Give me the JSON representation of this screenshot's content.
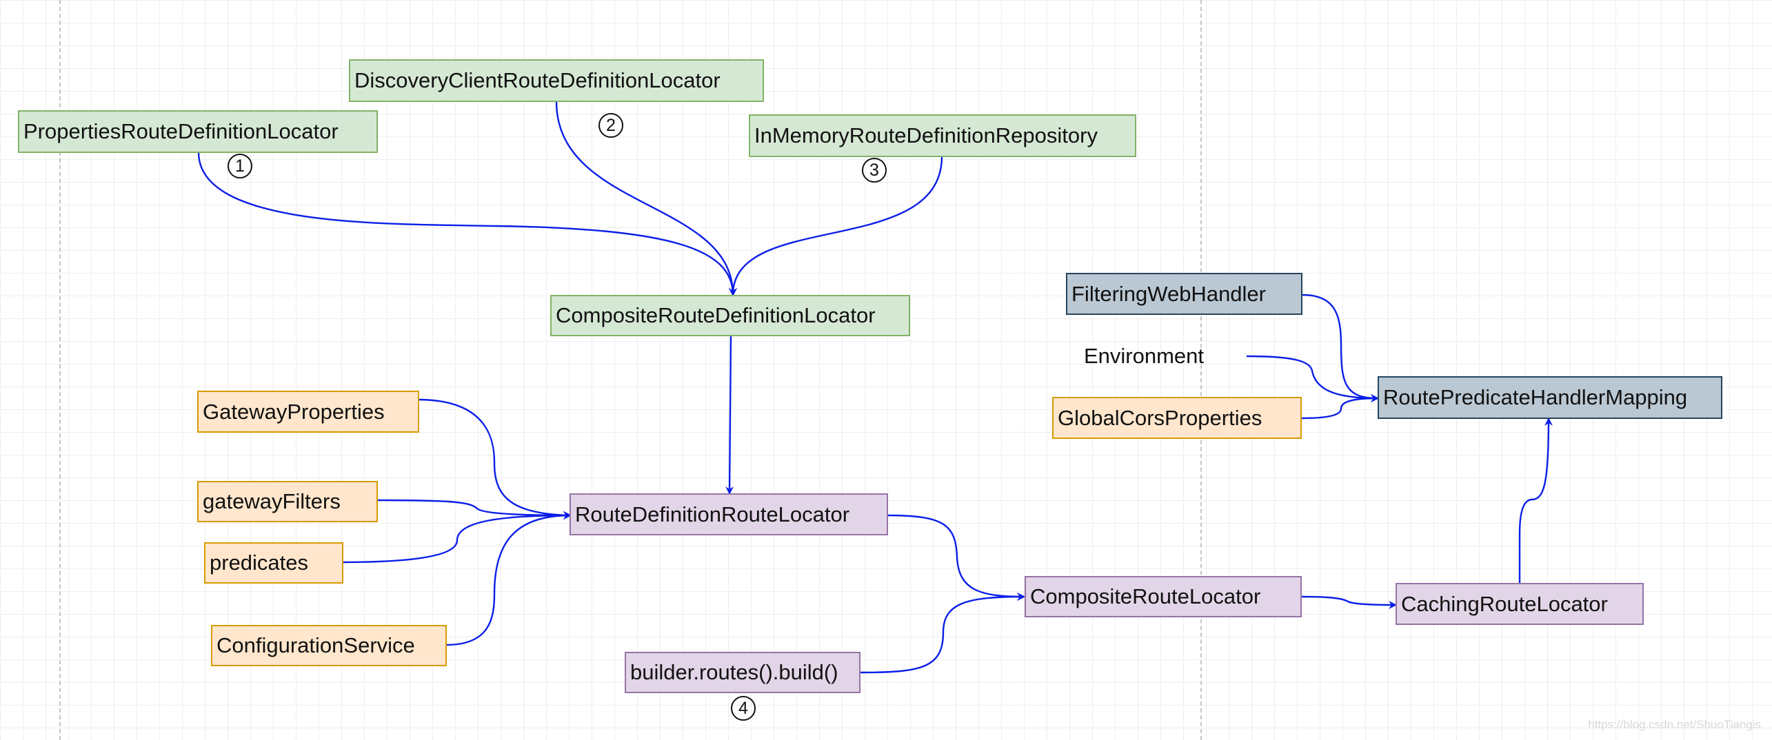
{
  "diagram": {
    "nodes": {
      "properties_locator": "PropertiesRouteDefinitionLocator",
      "discovery_locator": "DiscoveryClientRouteDefinitionLocator",
      "inmemory_repository": "InMemoryRouteDefinitionRepository",
      "composite_definition_locator": "CompositeRouteDefinitionLocator",
      "gateway_properties": "GatewayProperties",
      "gateway_filters": "gatewayFilters",
      "predicates": "predicates",
      "configuration_service": "ConfigurationService",
      "route_definition_route_locator": "RouteDefinitionRouteLocator",
      "builder_routes": "builder.routes().build()",
      "composite_route_locator": "CompositeRouteLocator",
      "caching_route_locator": "CachingRouteLocator",
      "filtering_web_handler": "FilteringWebHandler",
      "environment": "Environment",
      "global_cors_properties": "GlobalCorsProperties",
      "route_predicate_handler_mapping": "RoutePredicateHandlerMapping"
    },
    "step_markers": {
      "one": "1",
      "two": "2",
      "three": "3",
      "four": "4"
    },
    "colors": {
      "edge": "#0a1ee8",
      "green_fill": "#d5e8d4",
      "orange_fill": "#ffe6cc",
      "purple_fill": "#e1d5e7",
      "slate_fill": "#bac8d3"
    }
  },
  "watermark": "https://blog.csdn.net/ShuoTiangis"
}
